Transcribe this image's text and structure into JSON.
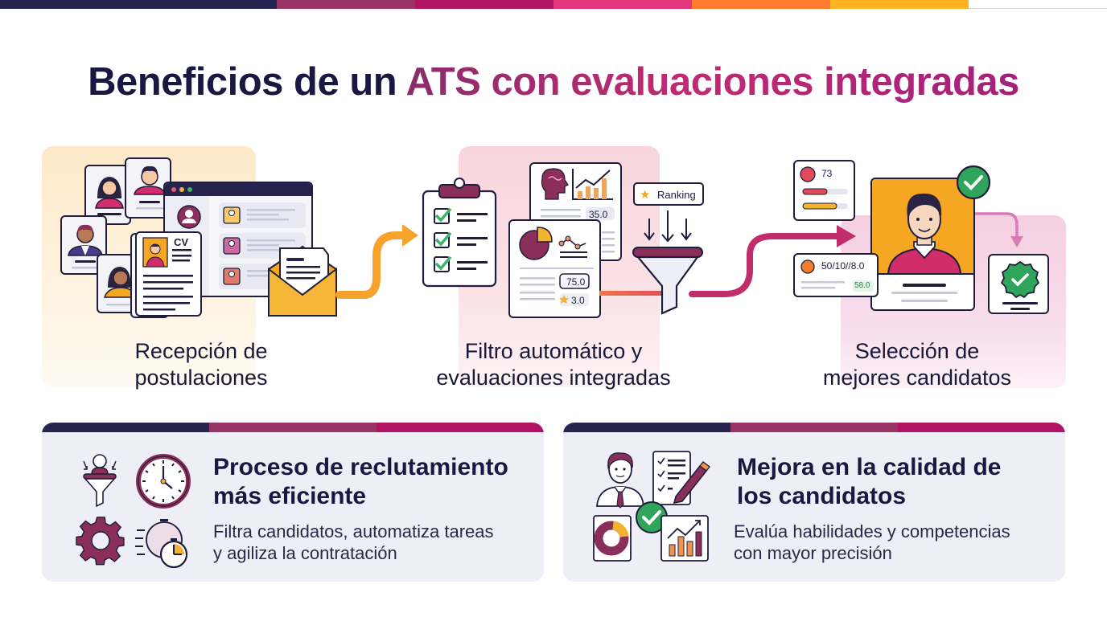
{
  "colors": {
    "navy": "#27234f",
    "plum": "#9b3466",
    "magenta": "#b11463",
    "pink": "#e4357f",
    "orange": "#ff7a2c",
    "amber": "#ffb224",
    "green": "#2ea55a",
    "panel_bg": "#eeeff6"
  },
  "topbar": [
    "#27234f",
    "#9b3466",
    "#b11463",
    "#e4357f",
    "#ff7a2c",
    "#ffb224",
    "#ffffff"
  ],
  "header": {
    "title_part1": "Beneficios de un ",
    "title_part2": "ATS con evaluaciones integradas"
  },
  "steps": [
    {
      "label_line1": "Recepción de",
      "label_line2": "postulaciones",
      "illustration": {
        "cv_label": "CV",
        "icons": [
          "profile-cards-icon",
          "browser-window-icon",
          "cv-document-icon",
          "envelope-icon"
        ]
      }
    },
    {
      "label_line1": "Filtro automático y",
      "label_line2": "evaluaciones integradas",
      "illustration": {
        "ranking_label": "Ranking",
        "score_top": "35.0",
        "score_main": "75.0",
        "score_star": "3.0",
        "icons": [
          "checklist-clipboard-icon",
          "brain-icon",
          "bar-chart-icon",
          "pie-chart-icon",
          "funnel-icon",
          "star-icon"
        ]
      }
    },
    {
      "label_line1": "Selección de",
      "label_line2": "mejores candidatos",
      "illustration": {
        "score_a": "73",
        "score_b": "50/10//8.0",
        "score_b_badge": "58.0",
        "icons": [
          "candidate-portrait-icon",
          "check-badge-icon",
          "approved-seal-icon"
        ]
      }
    }
  ],
  "benefits": [
    {
      "title_line1": "Proceso de reclutamiento",
      "title_line2": "más eficiente",
      "desc_line1": "Filtra candidatos, automatiza tareas",
      "desc_line2": "y agiliza la contratación",
      "icons": [
        "person-funnel-icon",
        "clock-icon",
        "gear-icon",
        "stopwatch-icon"
      ]
    },
    {
      "title_line1": "Mejora en la calidad de",
      "title_line2": "los candidatos",
      "desc_line1": "Evalúa habilidades y competencias",
      "desc_line2": "con mayor precisión",
      "icons": [
        "candidate-icon",
        "checklist-pencil-icon",
        "donut-chart-icon",
        "growth-chart-icon",
        "check-icon"
      ]
    }
  ]
}
